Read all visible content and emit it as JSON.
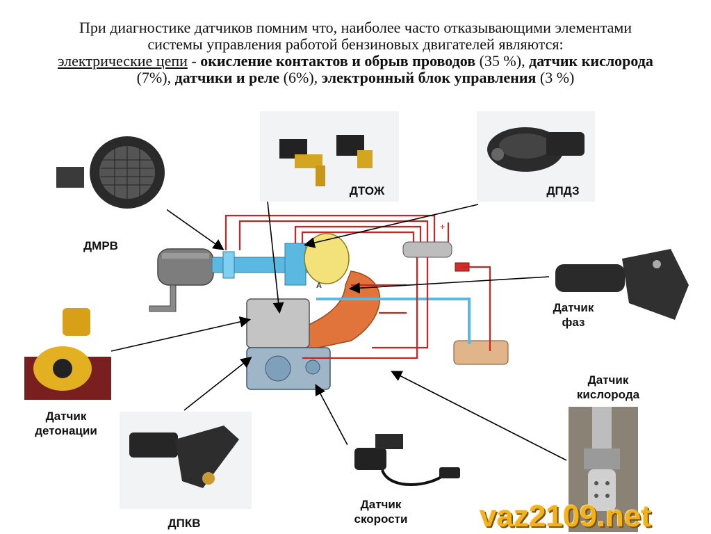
{
  "heading": {
    "line1": "При диагностике датчиков помним что, наиболее часто отказывающими элементами",
    "line2": "системы управления работой бензиновых двигателей являются:",
    "line3_u": "электрические цепи",
    "line3_dash": " - ",
    "line3_b1": "окисление контактов и обрыв проводов",
    "line3_t1": " (35 %),  ",
    "line3_b2": "датчик кислорода",
    "line4_t1": "(7%), ",
    "line4_b1": "датчики и реле",
    "line4_t2": " (6%), ",
    "line4_b2": "электронный блок управления",
    "line4_t3": " (3 %)"
  },
  "labels": {
    "dmrv": "ДМРВ",
    "dtozh": "ДТОЖ",
    "dpdz": "ДПДЗ",
    "phase_l1": "Датчик",
    "phase_l2": "фаз",
    "knock_l1": "Датчик",
    "knock_l2": "детонации",
    "dpkv": "ДПКВ",
    "oxygen_l1": "Датчик",
    "oxygen_l2": "кислорода",
    "speed_l1": "Датчик",
    "speed_l2": "скорости",
    "diagram_plus": "+",
    "diagram_a": "A"
  },
  "watermark": "vaz2109.net",
  "colors": {
    "wire_red": "#cc2222",
    "pipe_blue": "#5bb8e0",
    "manifold_orange": "#e0743a",
    "block_gray": "#b9b9b9",
    "watermark": "#f2b21a"
  }
}
